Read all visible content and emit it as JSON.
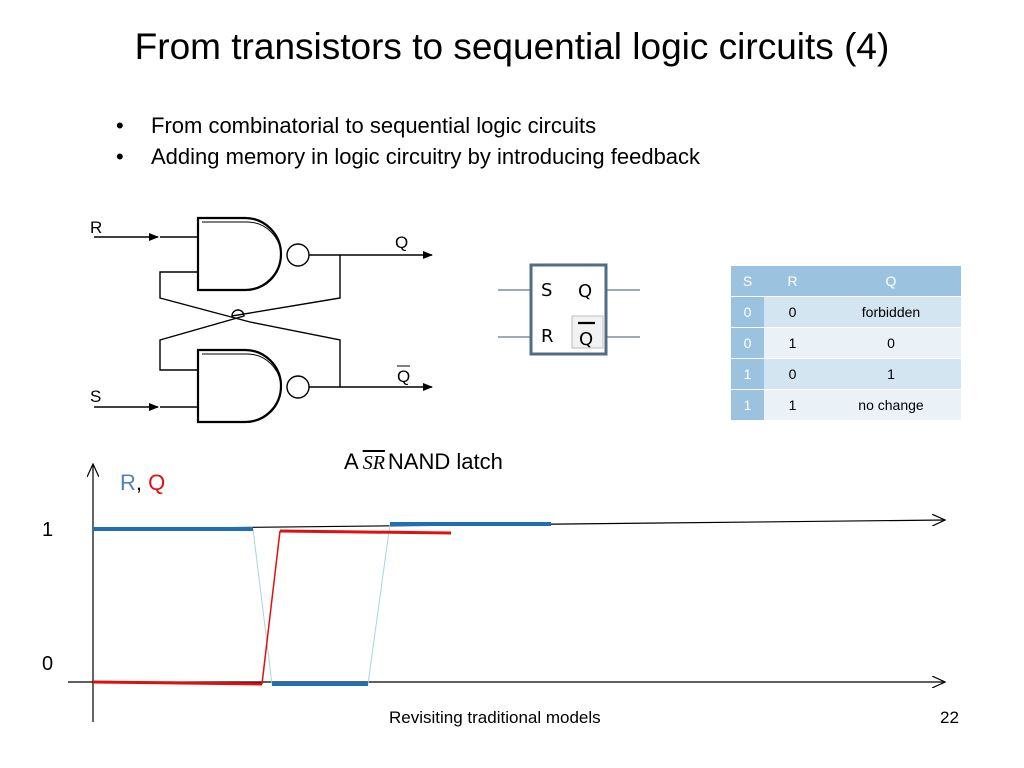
{
  "slide": {
    "title": "From transistors to sequential logic circuits (4)",
    "bullets": [
      "From combinatorial to sequential logic circuits",
      "Adding memory in logic circuitry by introducing feedback"
    ]
  },
  "circuit": {
    "input_r": "R",
    "input_s": "S",
    "output_q": "Q",
    "output_qbar": "Q"
  },
  "latch_block": {
    "pin_s": "S",
    "pin_r": "R",
    "pin_q": "Q",
    "pin_qbar": "Q"
  },
  "truth_table": {
    "headers": [
      "S",
      "R",
      "Q"
    ],
    "rows": [
      [
        "0",
        "0",
        "forbidden"
      ],
      [
        "0",
        "1",
        "0"
      ],
      [
        "1",
        "0",
        "1"
      ],
      [
        "1",
        "1",
        "no change"
      ]
    ]
  },
  "caption": {
    "prefix": "A",
    "overbar": "SR",
    "suffix": "NAND latch"
  },
  "chart": {
    "legend_r": "R",
    "legend_sep": ",",
    "legend_q": "Q",
    "y_high": "1",
    "y_low": "0",
    "colors": {
      "R": "#1f6fb5",
      "Q": "#e01010",
      "transition": "#a9d4e6"
    }
  },
  "footer": {
    "text": "Revisiting traditional models",
    "page": "22"
  }
}
